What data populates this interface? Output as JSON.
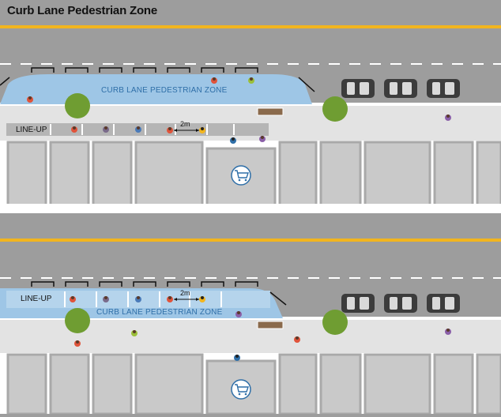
{
  "title": "Curb Lane Pedestrian Zone",
  "colors": {
    "road": "#9d9d9d",
    "yellow_line": "#f2b51e",
    "sidewalk": "#e3e3e3",
    "zone": "#9ec6e6",
    "zone_text": "#2f6fa8",
    "tree": "#6f9d32",
    "car": "#3c3c3c",
    "building": "#c9c9c9"
  },
  "scenario_1": {
    "zone_label": "CURB LANE PEDESTRIAN ZONE",
    "lineup_label": "LINE-UP",
    "distance_label": "2m",
    "store_icon": "shopping-cart-icon"
  },
  "scenario_2": {
    "zone_label": "CURB LANE PEDESTRIAN ZONE",
    "lineup_label": "LINE-UP",
    "distance_label": "2m",
    "store_icon": "shopping-cart-icon"
  }
}
